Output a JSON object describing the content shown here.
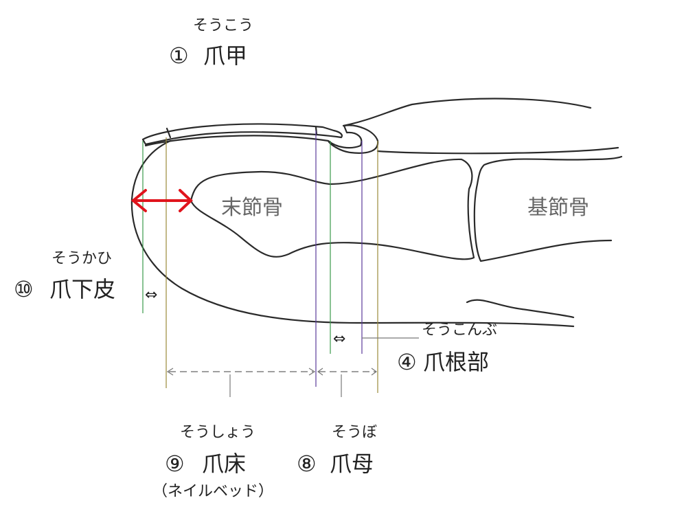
{
  "labels": {
    "nail_plate": {
      "number": "①",
      "kanji": "爪甲",
      "furigana": "そうこう"
    },
    "hyponychium": {
      "number": "⑩",
      "kanji": "爪下皮",
      "furigana": "そうかひ"
    },
    "nail_root": {
      "number": "④",
      "kanji": "爪根部",
      "furigana": "そうこんぶ"
    },
    "nail_bed": {
      "number": "⑨",
      "kanji": "爪床",
      "furigana": "そうしょう",
      "note": "（ネイルベッド）"
    },
    "nail_matrix": {
      "number": "⑧",
      "kanji": "爪母",
      "furigana": "そうぼ"
    }
  },
  "bones": {
    "distal_phalanx": "末節骨",
    "proximal_phalanx": "基節骨"
  },
  "symbols": {
    "double_arrow": "⇔"
  },
  "colors": {
    "highlight_arrow": "#e0141c",
    "green_line": "#3a9a4a",
    "purple_line": "#5a3a9a",
    "olive_line": "#9a8a3a"
  }
}
